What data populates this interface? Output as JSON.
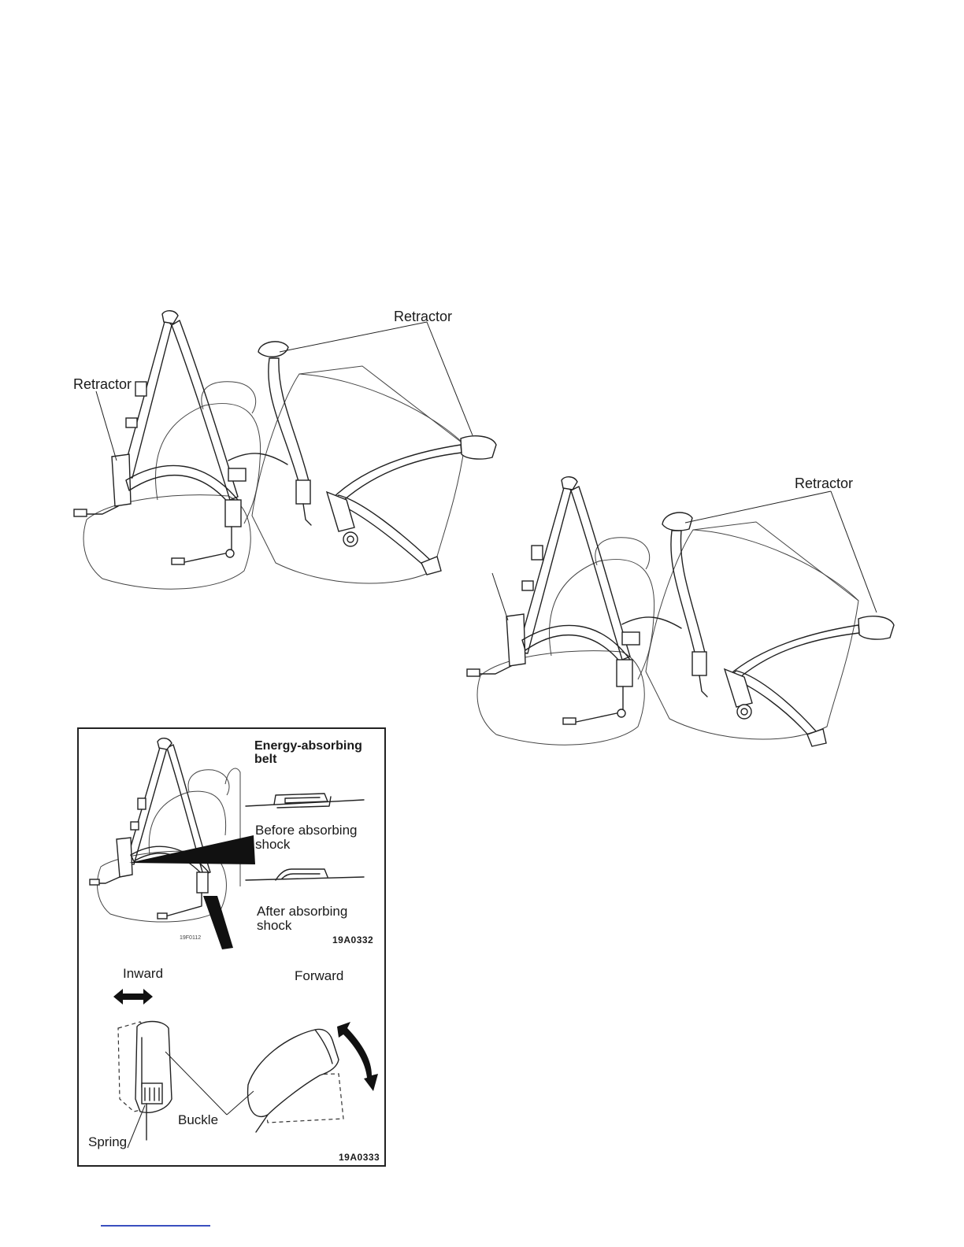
{
  "figure_top_left": {
    "labels": {
      "retractor_left": "Retractor",
      "retractor_right": "Retractor"
    }
  },
  "figure_top_right": {
    "labels": {
      "retractor": "Retractor"
    }
  },
  "figure_energy": {
    "title": "Energy-absorbing\nbelt",
    "before_label": "Before absorbing\nshock",
    "after_label": "After absorbing\nshock",
    "small_code": "19F0112",
    "code": "19A0332"
  },
  "figure_buckle": {
    "inward_label": "Inward",
    "forward_label": "Forward",
    "buckle_label": "Buckle",
    "spring_label": "Spring",
    "code": "19A0333"
  }
}
